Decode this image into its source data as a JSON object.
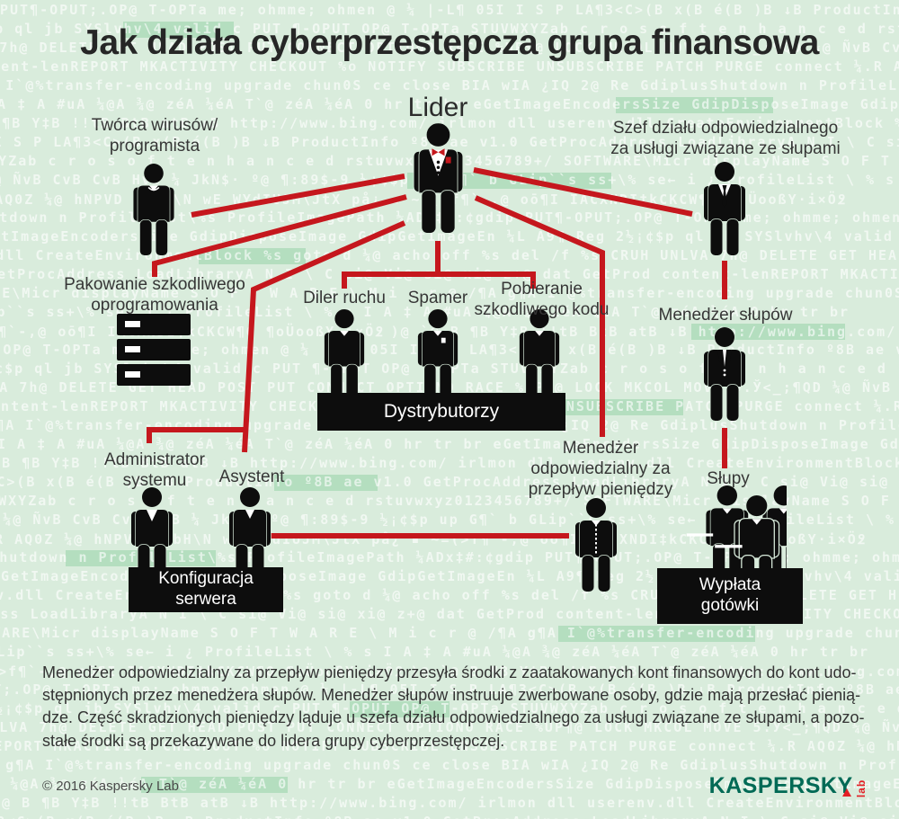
{
  "title": "Jak działa cyberprzestępcza grupa finansowa",
  "diagram": {
    "lider": "Lider",
    "tworca": "Twórca wirusów/\nprogramista",
    "szef": "Szef działu odpowiedzialnego\nza usługi związane ze słupami",
    "pakowanie": "Pakowanie szkodliwego\noprogramowania",
    "diler": "Diler ruchu",
    "spamer": "Spamer",
    "pobieranie": "Pobieranie\nszkodliwego kodu",
    "dystrybutorzy": "Dystrybutorzy",
    "menedzer_slupow": "Menedżer słupów",
    "administrator": "Administrator\nsystemu",
    "asystent": "Asystent",
    "konfiguracja": "Konfiguracja\nserwera",
    "menedzer_pieniedzy": "Menedżer\nodpowiedzialny za\nprzepływ pieniędzy",
    "slupy": "Słupy",
    "wyplata": "Wypłata\ngotówki"
  },
  "description": "Menedżer odpowiedzialny za przepływ pieniędzy przesyła środki z zaatakowanych kont finansowych do kont udo-\nstępnionych przez menedżera słupów. Menedżer słupów instruuje zwerbowane osoby, gdzie mają przesłać pienią-\ndze. Część skradzionych pieniędzy ląduje u szefa działu odpowiedzialnego za usługi związane ze słupami, a pozo-\nstałe środki są przekazywane do lidera grupy cyberprzestępczej.",
  "footer": {
    "copyright": "© 2016 Kaspersky Lab",
    "logo_text": "KASPERSKY",
    "logo_sub": "lab"
  },
  "colors": {
    "background": "#d9ecdc",
    "line_red": "#c5171d",
    "figure_black": "#0d0d0d",
    "logo_green": "#016a55",
    "logo_red": "#e31e24"
  },
  "background_noise": {
    "rows": [
      "PUT¶-OPUT;.OP@  T-OPTa  me; ohmme; ohmen @ ¼ |-L¶ 05I",
      "2½¡¢$p ql jb SYSlvhv\\4 valid c PUT ¶-OPUT OP@  T-OPTa",
      "CRUH UNLVA 7h@ DELETE GET HEAD POST PUT CONNECT OPTIONO RACE %UP¶@ LOCK MKCOL MOVE",
      "content-lenREPORT MKACTIVITY CHECKOUT %o NOTIFY SUBSCRIBE UNSUBSCRIBE PATCH PURGE connect",
      "@ /¶A g¶A I`@%transfer-encoding upgrade chun0S ce close BIA wIA ¿IQ 2@ Re",
      "I A ‡ A #uA ¼@A ¾@ zéA ¼éA T`@ zéA ¼éA 0 hr tr br",
      ")@ `@ B ¶B Y‡B !!tB BtB atB ↓B http://www.bing.com/ irlmon dll",
      "I S P LA¶3<C>(B x(B é(B  )B ↓B ProductInfo º8B ae v1.0",
      "STUVWXYZab c r o s o f t  e n h a n c e d  rstuvwxyz0123456789+/",
      "5.Ў<_;¶QD ¼@ ÑvB CvB CvB HvB ¼ JkN$· º@ ¶:89$-9 ½¡¢$p",
      "¼.R AQ0Z ¼@ hNPVD HKbH\\N wЕ WYdIUJM\\JtX  på¿ ▪",
      "GdiplusShutdown n ProfileList\\%s ProfileImagePath ¼ADx‡#:¢gdip",
      "eGetImageEncodersSize GdipDisposeImage GdipGetImageEn ¼L A9¶ Reg",
      "userenv.dll CreateEnvironmentBlock %s goto d ¼@ acho off %s del /f %s",
      "GetProcAddress LoadLibraryA N I \\ C si@ Vi@ si@ xi@ z+@ dat GetProd",
      "SOFTWARE\\Micr  displayName  S O F T W A R E \\ M i c r",
      "up G¶` b GLip``s ss+\\% se← i ¿ ProfileList \\ % s",
      "~=(>f¶`-,@ oō¶I IACXNDI‡kCKCW¶Q  ¶oÜooßY·i×Ö߶"
    ]
  }
}
